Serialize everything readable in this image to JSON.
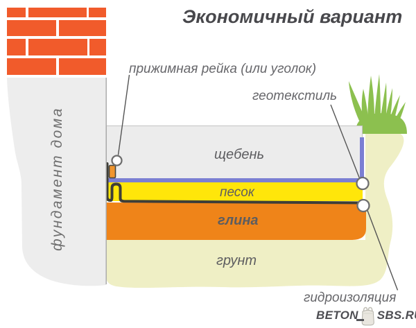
{
  "title": "Экономичный вариант",
  "foundation": {
    "label": "фундамент дома"
  },
  "callouts": {
    "batten": "прижимная рейка (или уголок)",
    "geotextile": "геотекстиль",
    "waterproofing": "гидроизоляция"
  },
  "layers": {
    "gravel": "щебень",
    "sand": "песок",
    "clay": "глина",
    "soil": "грунт"
  },
  "watermark": {
    "brand_left": "BETON",
    "brand_right": "SBS.RU"
  },
  "colors": {
    "brick": "#f15b2b",
    "foundation": "#ededed",
    "foundation_edge": "#a8a8a8",
    "gravel": "#ececec",
    "gravel_border": "#c3c3c3",
    "geotextile": "#7b7fd3",
    "sand": "#ffe60a",
    "waterproofing": "#3e3e38",
    "clay": "#ef8419",
    "soil": "#efefc5",
    "grass": "#8cc04f",
    "batten": "#f0952e",
    "batten_outline": "#45453e",
    "pointer": "#545454",
    "marker_fill": "#ffffff",
    "marker_border": "#6e6e6e"
  }
}
